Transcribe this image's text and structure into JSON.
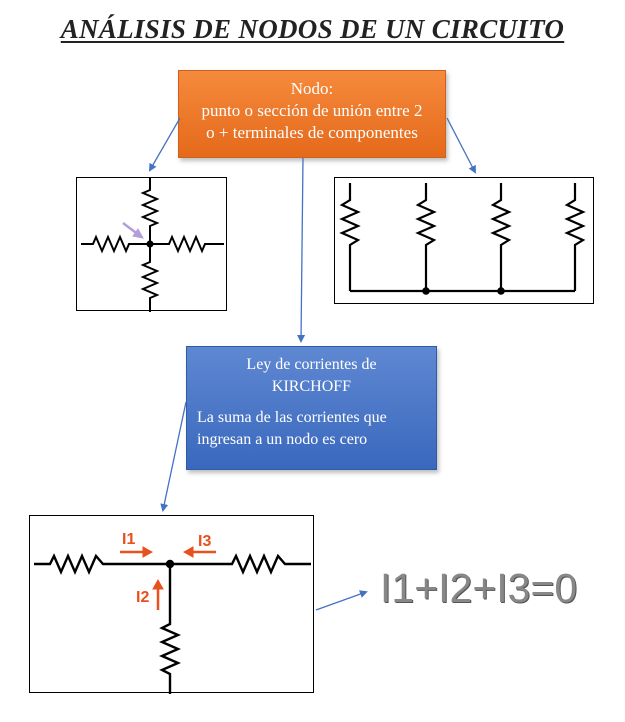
{
  "title": "ANÁLISIS DE NODOS DE UN CIRCUITO",
  "node_box": {
    "line1": "Nodo:",
    "line2": "punto o sección de unión entre 2",
    "line3": "o + terminales de componentes"
  },
  "kirchhoff_box": {
    "heading_line1": "Ley de corrientes de",
    "heading_line2": "KIRCHOFF",
    "desc_line1": "La suma de las corrientes que",
    "desc_line2": "ingresan a un nodo es cero"
  },
  "currents": {
    "i1": "I1",
    "i2": "I2",
    "i3": "I3"
  },
  "equation": "I1+I2+I3=0",
  "colors": {
    "orange_box": "#ec7a2a",
    "blue_box": "#4a78c8",
    "current_arrow": "#e8501e",
    "connector_arrow": "#4472c4",
    "node_pointer": "#b39ddb"
  }
}
